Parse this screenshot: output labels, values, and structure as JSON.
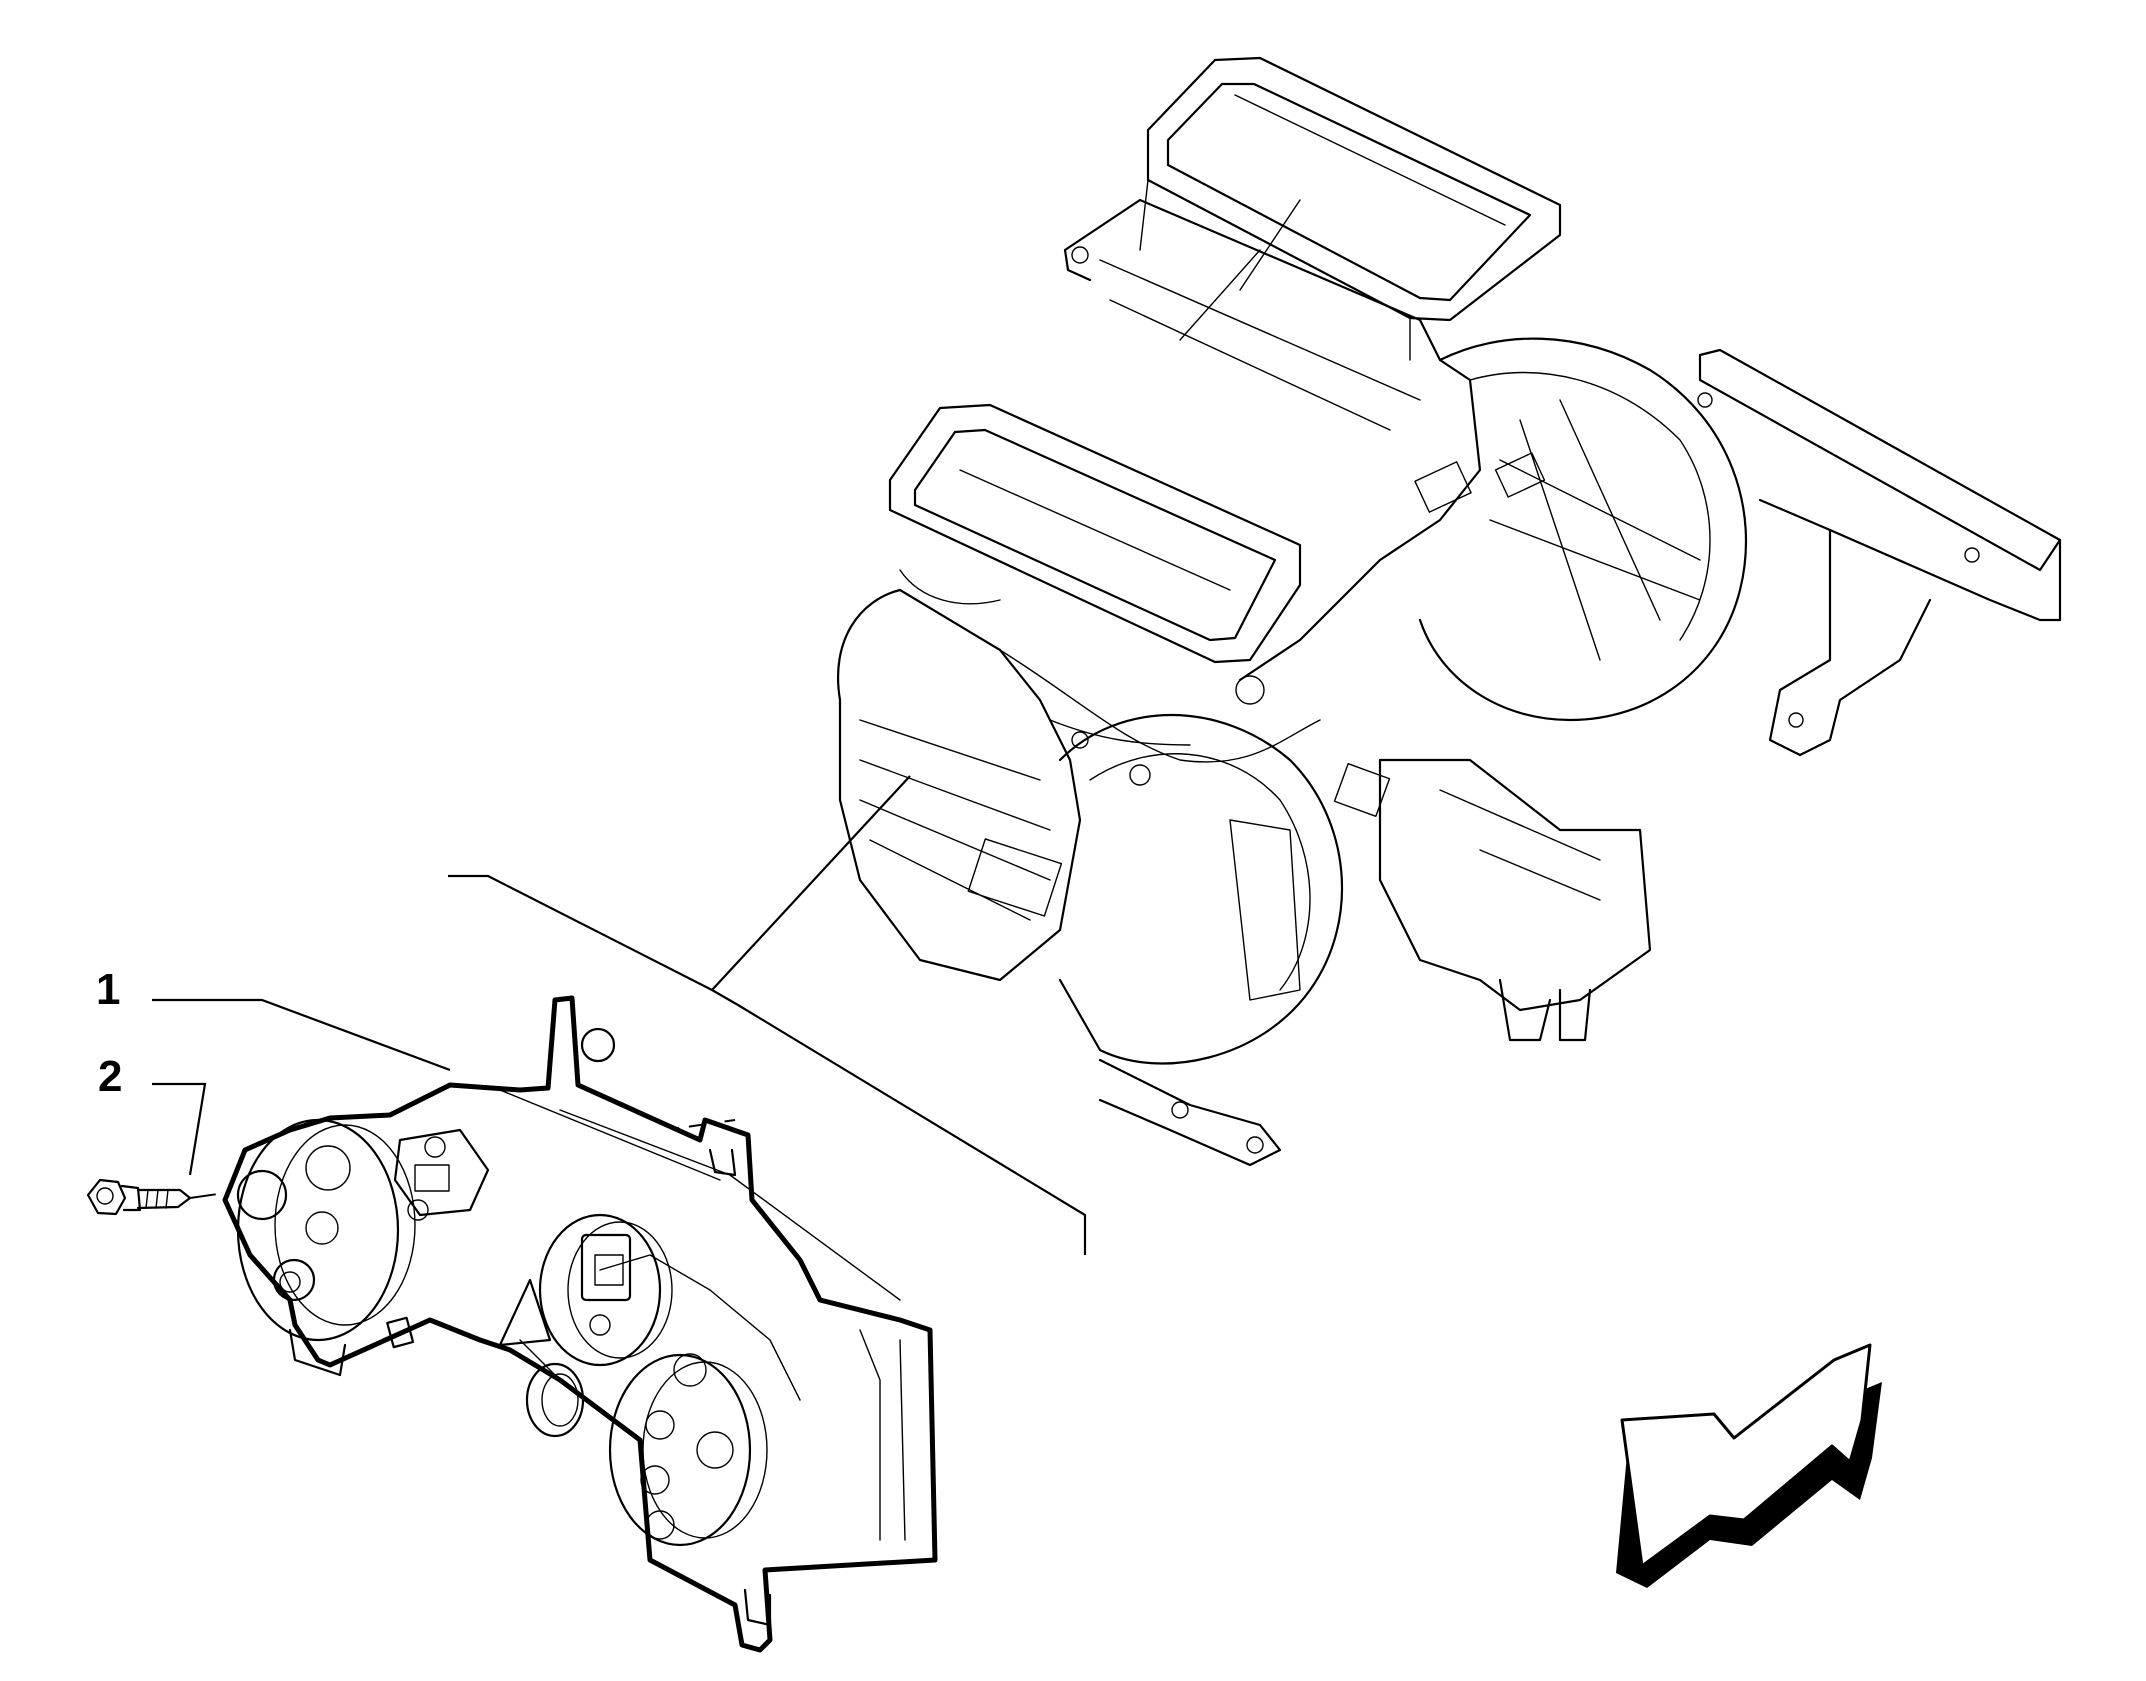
{
  "diagram": {
    "callouts": [
      {
        "id": "1",
        "label": "1"
      },
      {
        "id": "2",
        "label": "2"
      }
    ],
    "parts": [
      {
        "name": "climate-control-panel",
        "callout": "1"
      },
      {
        "name": "self-tapping-screw",
        "callout": "2"
      },
      {
        "name": "heater-hvac-unit",
        "callout": ""
      }
    ],
    "icons": [
      "direction-arrow-icon"
    ],
    "colors": {
      "line": "#000000",
      "background": "#ffffff"
    }
  }
}
